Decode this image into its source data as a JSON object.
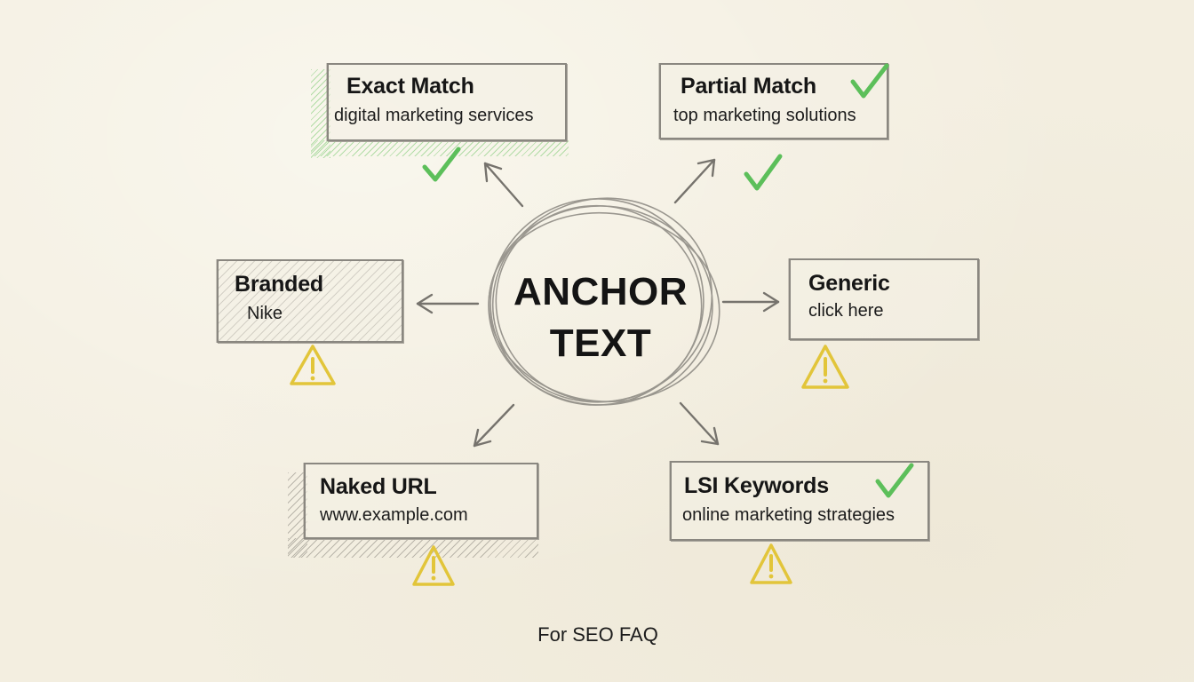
{
  "center": {
    "line1": "ANCHOR",
    "line2": "TEXT"
  },
  "nodes": [
    {
      "id": "exact-match",
      "title": "Exact Match",
      "example": "digital marketing services",
      "status": "recommended",
      "status_icon": "check-icon"
    },
    {
      "id": "partial-match",
      "title": "Partial Match",
      "example": "top marketing solutions",
      "status": "recommended",
      "status_icon": "check-icon"
    },
    {
      "id": "branded",
      "title": "Branded",
      "example": "Nike",
      "status": "caution",
      "status_icon": "warning-icon"
    },
    {
      "id": "generic",
      "title": "Generic",
      "example": "click here",
      "status": "caution",
      "status_icon": "warning-icon"
    },
    {
      "id": "naked-url",
      "title": "Naked URL",
      "example": "www.example.com",
      "status": "caution",
      "status_icon": "warning-icon"
    },
    {
      "id": "lsi-keywords",
      "title": "LSI Keywords",
      "example": "online marketing strategies",
      "status": "recommended-and-caution",
      "status_icon": "check-icon"
    }
  ],
  "footer": {
    "label": "For SEO FAQ"
  },
  "colors": {
    "background": "#f3eee0",
    "pencil": "#8a8780",
    "check": "#5cbf5a",
    "warning": "#e2c53a",
    "text": "#161616"
  }
}
